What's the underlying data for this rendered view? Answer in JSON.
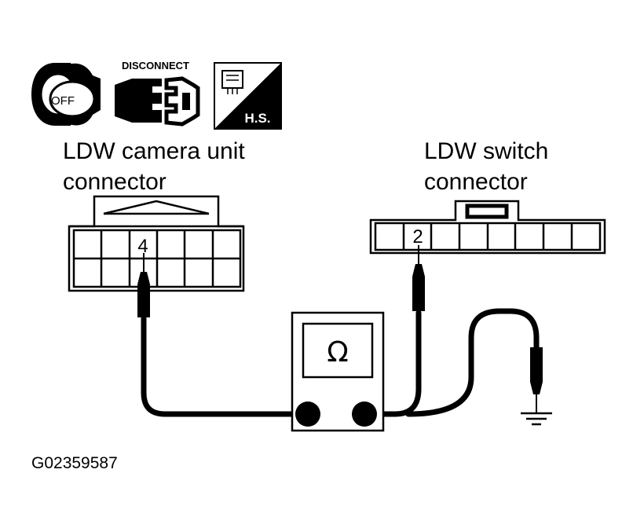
{
  "icons": {
    "ignition": {
      "name": "ignition-key-off-icon",
      "label": "OFF"
    },
    "disconnect": {
      "name": "disconnect-connector-icon",
      "label": "DISCONNECT"
    },
    "harness_side": {
      "name": "harness-side-icon",
      "label": "H.S."
    }
  },
  "camera_connector": {
    "label_line1": "LDW camera unit",
    "label_line2": "connector",
    "pin": "4"
  },
  "switch_connector": {
    "label_line1": "LDW switch",
    "label_line2": "connector",
    "pin": "2"
  },
  "meter": {
    "symbol": "Ω",
    "icon": "ohmmeter-icon"
  },
  "ground": {
    "icon": "ground-symbol-icon"
  },
  "figure_code": "G02359587",
  "colors": {
    "ink": "#000000",
    "paper": "#ffffff"
  }
}
